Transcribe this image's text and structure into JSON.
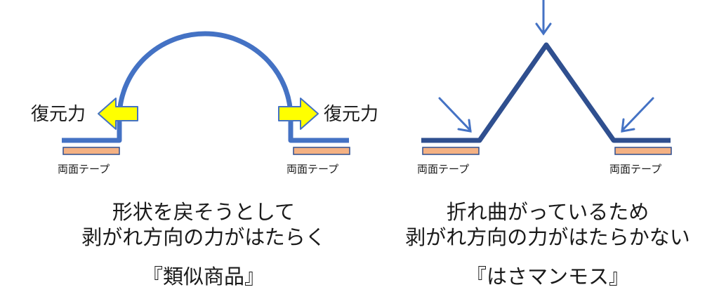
{
  "colors": {
    "arc_stroke": "#4472c4",
    "peak_stroke": "#2f4f8f",
    "arrow_blue": "#4472c4",
    "yellow_fill": "#ffff00",
    "yellow_stroke": "#4472c4",
    "tape_fill": "#f4b183",
    "tape_stroke": "#2f4f8f"
  },
  "left_panel": {
    "force_label_left": "復元力",
    "force_label_right": "復元力",
    "tape_left": "両面テープ",
    "tape_right": "両面テープ",
    "desc_line1": "形状を戻そうとして",
    "desc_line2": "剥がれ方向の力がはたらく",
    "product": "『類似商品』"
  },
  "right_panel": {
    "tape_left": "両面テープ",
    "tape_right": "両面テープ",
    "desc_line1": "折れ曲がっているため",
    "desc_line2": "剥がれ方向の力がはたらかない",
    "product": "『はさマンモス』"
  }
}
